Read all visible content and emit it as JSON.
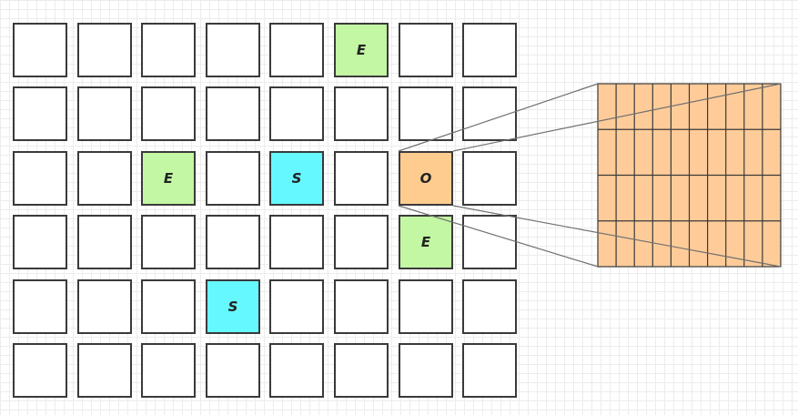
{
  "grid": {
    "rows": 6,
    "cols": 8,
    "marked_cells": [
      {
        "row": 0,
        "col": 5,
        "label": "E",
        "kind": "E"
      },
      {
        "row": 2,
        "col": 2,
        "label": "E",
        "kind": "E"
      },
      {
        "row": 2,
        "col": 4,
        "label": "S",
        "kind": "S"
      },
      {
        "row": 2,
        "col": 6,
        "label": "O",
        "kind": "O"
      },
      {
        "row": 3,
        "col": 6,
        "label": "E",
        "kind": "E"
      },
      {
        "row": 4,
        "col": 3,
        "label": "S",
        "kind": "S"
      }
    ]
  },
  "colors": {
    "E": "#c3f7a3",
    "S": "#66f8ff",
    "O": "#ffcc90",
    "empty": "#ffffff",
    "expanded_fill": "#ffcc99",
    "cell_border": "#3a3a3a",
    "connector": "#707070"
  },
  "expanded": {
    "source": {
      "row": 2,
      "col": 6
    },
    "rows": 4,
    "cols": 10
  }
}
